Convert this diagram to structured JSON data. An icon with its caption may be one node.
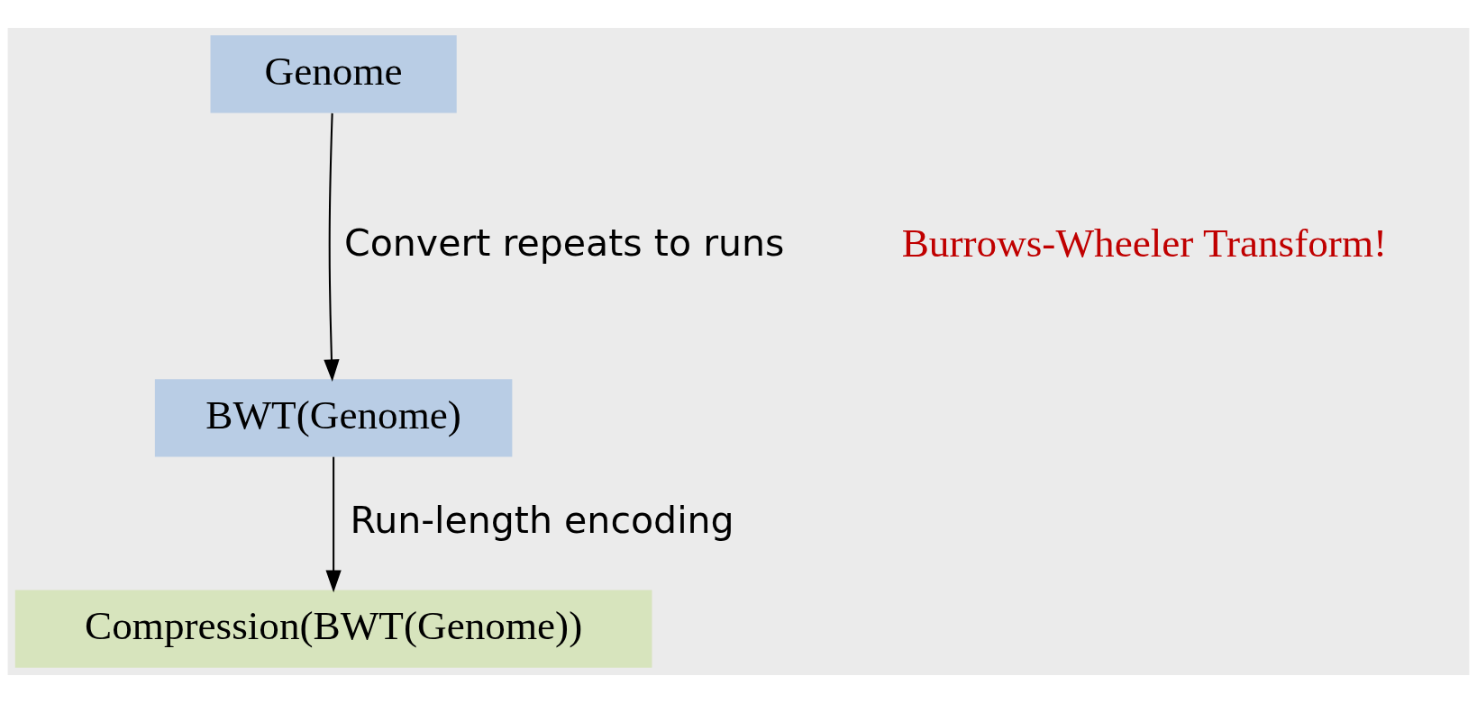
{
  "diagram": {
    "nodes": [
      {
        "text": [
          "Genome"
        ]
      },
      {
        "text": [
          "BWT(Genome)"
        ]
      },
      {
        "text": [
          "Compression(BWT(Genome))"
        ]
      }
    ],
    "edges": [
      {
        "from": 0,
        "to": 1,
        "arrow": "to",
        "label": "Convert repeats to runs"
      },
      {
        "from": 1,
        "to": 2,
        "arrow": "to",
        "label": "Run-length encoding"
      }
    ],
    "labels": [
      "Burrows-Wheeler Transform!"
    ]
  }
}
